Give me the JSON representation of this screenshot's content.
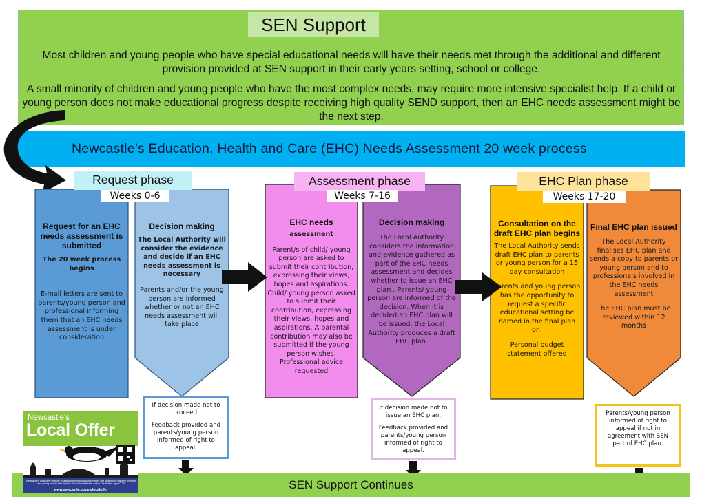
{
  "header": {
    "title": "SEN Support",
    "intro_1": "Most children and young people who have special educational needs will have their needs met through the additional and different provision provided at SEN support in their early years setting, school or college.",
    "intro_2": "A small minority of children and young people who have the most complex needs, may require more intensive specialist help. If a child or young person does not make educational progress despite receiving high quality SEND support, then an EHC needs assessment might be the next step."
  },
  "banner": "Newcastle’s Education, Health and Care (EHC) Needs Assessment 20 week process",
  "phases": [
    {
      "label": "Request phase",
      "weeks": "Weeks 0-6",
      "columns": [
        {
          "title": "Request for an EHC needs assessment is submitted",
          "subtitle": "The 20 week process begins",
          "body": "E-mail letters are sent to parents/young person and professional informing them that an EHC needs assessment is under consideration"
        },
        {
          "title": "Decision making",
          "subtitle": "The Local Authority will consider the evidence and decide if an EHC needs assessment is necessary",
          "body": "Parents and/or the young person are informed whether or not an EHC needs assessment will take place"
        }
      ],
      "note": {
        "line1": "If decision made not to proceed.",
        "line2": "Feedback provided and parents/young person informed of right to appeal."
      }
    },
    {
      "label": "Assessment phase",
      "weeks": "Weeks 7-16",
      "columns": [
        {
          "title": "EHC needs",
          "subtitle": "assessment",
          "body": "Parent/s of child/ young person are asked to submit their contribution, expressing their views, hopes and aspirations. Child/ young person asked to submit their contribution, expressing their views, hopes and aspirations. A parental contribution may also be submitted if the young person wishes. Professional advice requested"
        },
        {
          "title": "Decision making",
          "body": "The Local Authority considers the information and evidence gathered as part of the EHC needs assessment and decides whether to issue an EHC plan . Parents/ young person are informed of the decision. When it is decided an EHC plan will be issued, the Local Authority produces a draft EHC plan."
        }
      ],
      "note": {
        "line1": "If decision made not to issue an EHC plan.",
        "line2": "Feedback provided and parents/young person informed of right to appeal."
      }
    },
    {
      "label": "EHC Plan phase",
      "weeks": "Weeks 17-20",
      "columns": [
        {
          "title": "Consultation on the draft EHC plan begins",
          "body": "The Local Authority sends draft EHC plan to parents or young person for a 15 day consultation",
          "body_2": "Parents and young person has the opportunity to request a specific educational setting be named in the final plan on.",
          "body_3": "Personal budget statement offered"
        },
        {
          "title": "Final EHC plan issued",
          "body": "The Local Authority finalises EHC plan and sends a copy to parents or young person and to professionals involved in the EHC needs assessment",
          "body_2": "The EHC plan must be reviewed within 12 months"
        }
      ],
      "note": {
        "line1": "Parents/young person informed of right to appeal if not in agreement with SEN part of EHC plan."
      }
    }
  ],
  "footer": "SEN Support Continues",
  "logo": {
    "small": "Newcastle's",
    "big": "Local Offer",
    "tiny": "Newcastle's local offer website contains information about services and facilities in place for children and young people with Special Educational Needs and/or Disabilities aged 0-25",
    "url": "www.newcastle.gov.uk/localoffer"
  },
  "colors": {
    "green": "#92d050",
    "blue_banner": "#00b0f0",
    "request_col_1": "#5b9bd5",
    "request_col_2": "#9dc3e6",
    "assessment_col_1": "#f28ded",
    "assessment_col_2": "#b268bf",
    "plan_col_1": "#ffc000",
    "plan_col_2": "#f08a3a"
  }
}
